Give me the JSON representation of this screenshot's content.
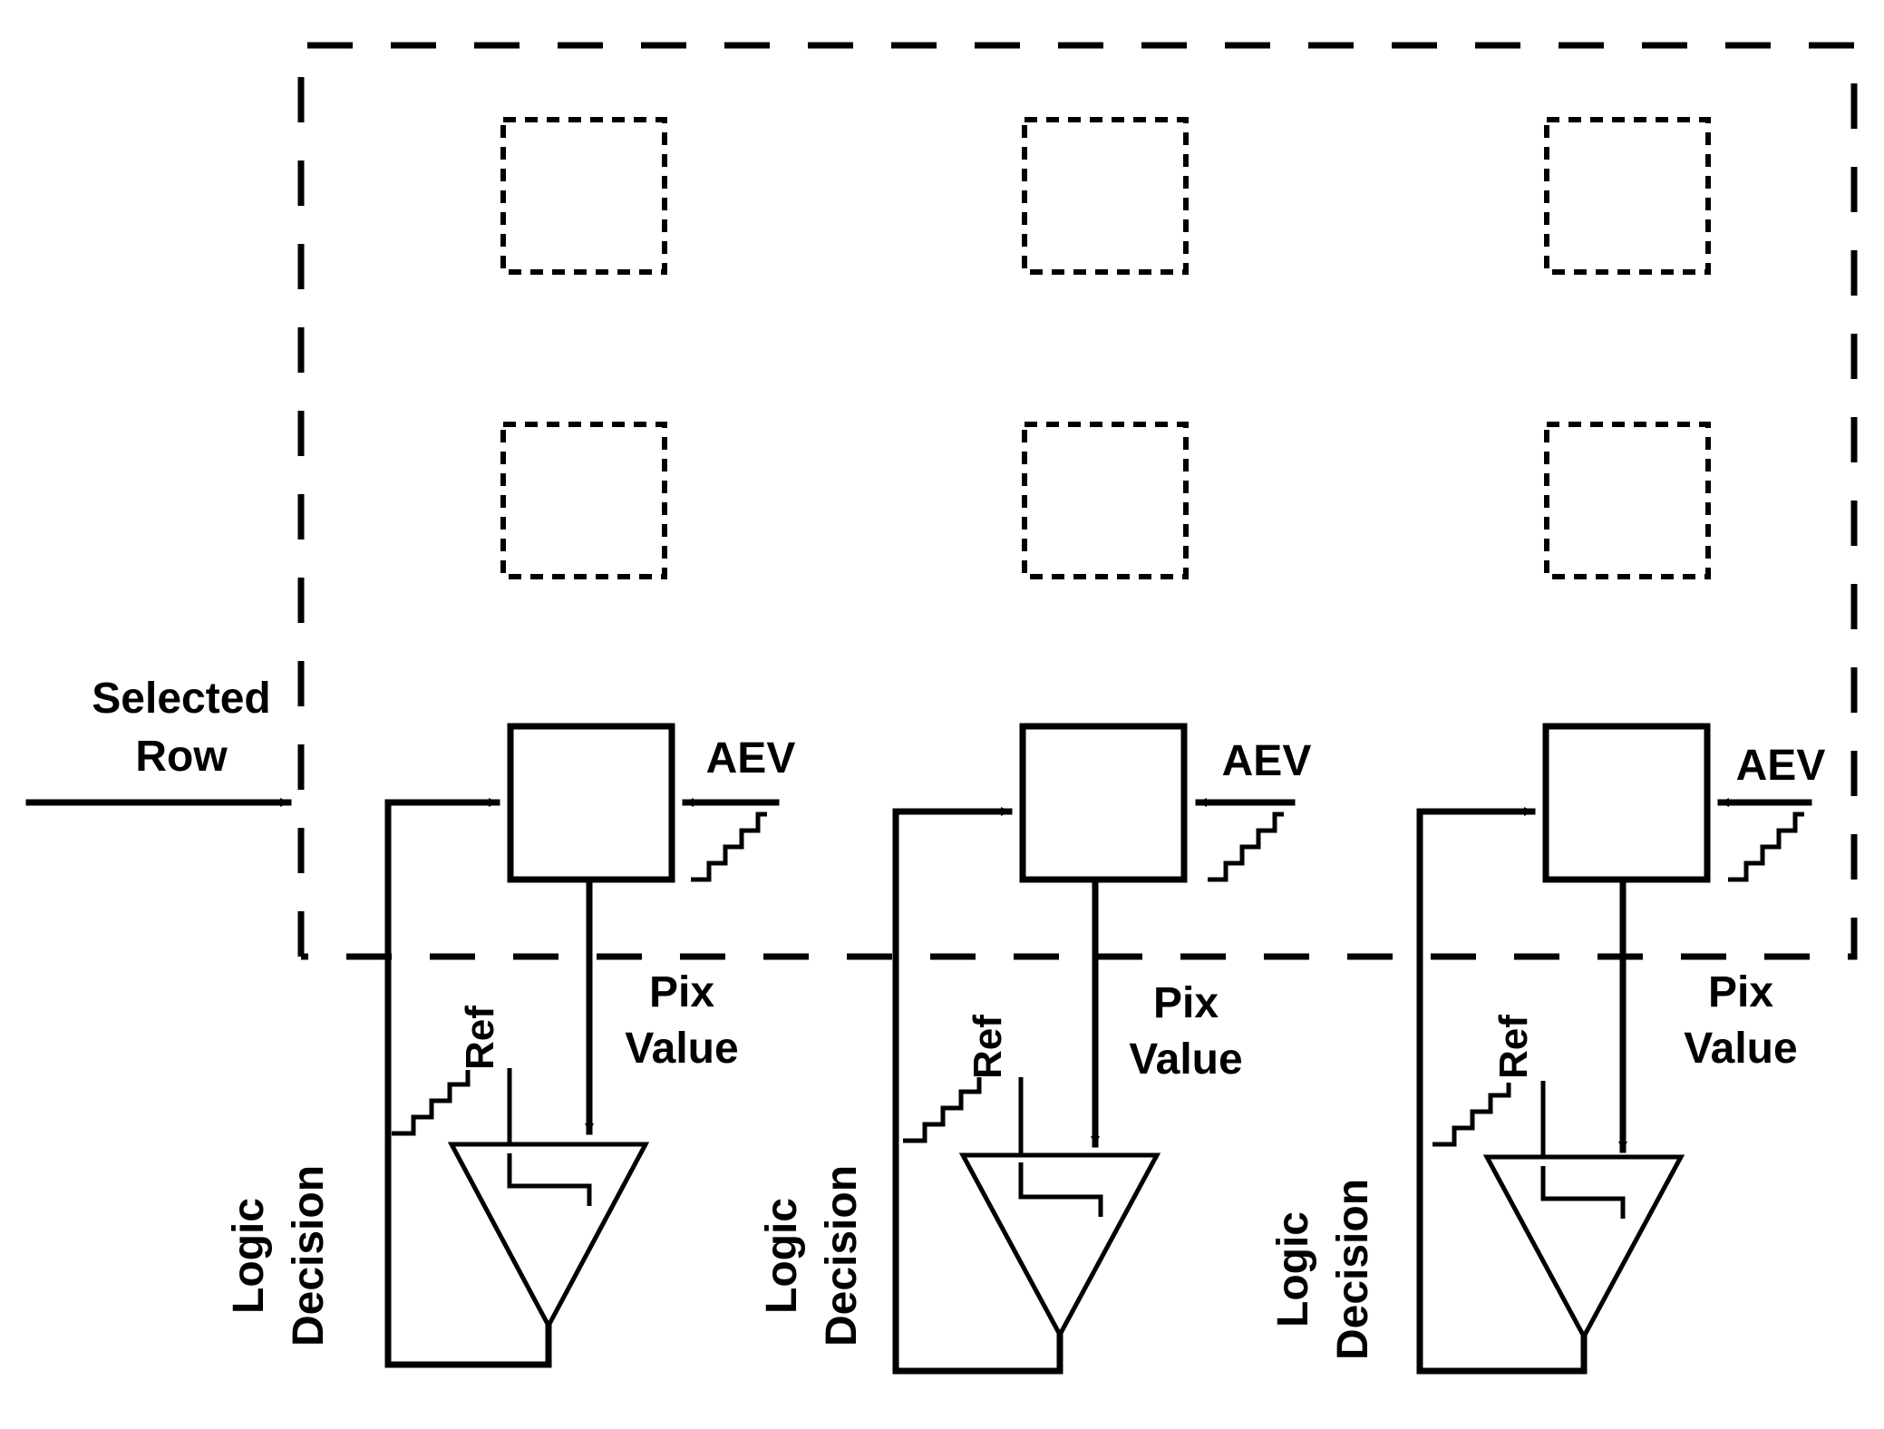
{
  "labels": {
    "selected_row": [
      "Selected",
      "Row"
    ],
    "aev": "AEV",
    "pix_value": [
      "Pix",
      "Value"
    ],
    "ref": "Ref",
    "logic_decision": [
      "Logic",
      "Decision"
    ]
  },
  "columns": [
    {
      "id": "column-1"
    },
    {
      "id": "column-2"
    },
    {
      "id": "column-3"
    }
  ],
  "pixel_rows": 2,
  "pixel_cols": 3
}
